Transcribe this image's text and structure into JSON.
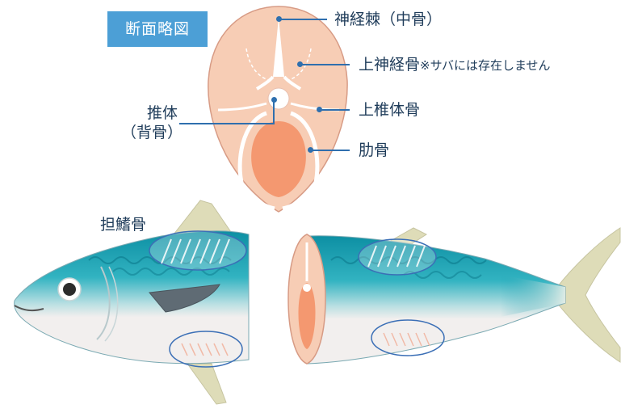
{
  "title": "断面略図",
  "labels": {
    "neural_spine": "神経棘（中骨）",
    "upper_neural_bone": "上神経骨",
    "upper_neural_note": "※サバには存在しません",
    "epipleural_bone": "上椎体骨",
    "rib": "肋骨",
    "vertebra_line1": "推体",
    "vertebra_line2": "（背骨）",
    "pterygiophore": "担鰭骨"
  },
  "colors": {
    "label_text": "#1f3c5a",
    "leader": "#2f6fae",
    "badge": "#4c9fd6",
    "flesh_light": "#f7cdb5",
    "flesh_dark": "#f49870",
    "fish_back": "#1b9db0",
    "fish_belly": "#f2efee",
    "fin": "#dedcb8",
    "highlight_ellipse": "#3b6fb6"
  }
}
